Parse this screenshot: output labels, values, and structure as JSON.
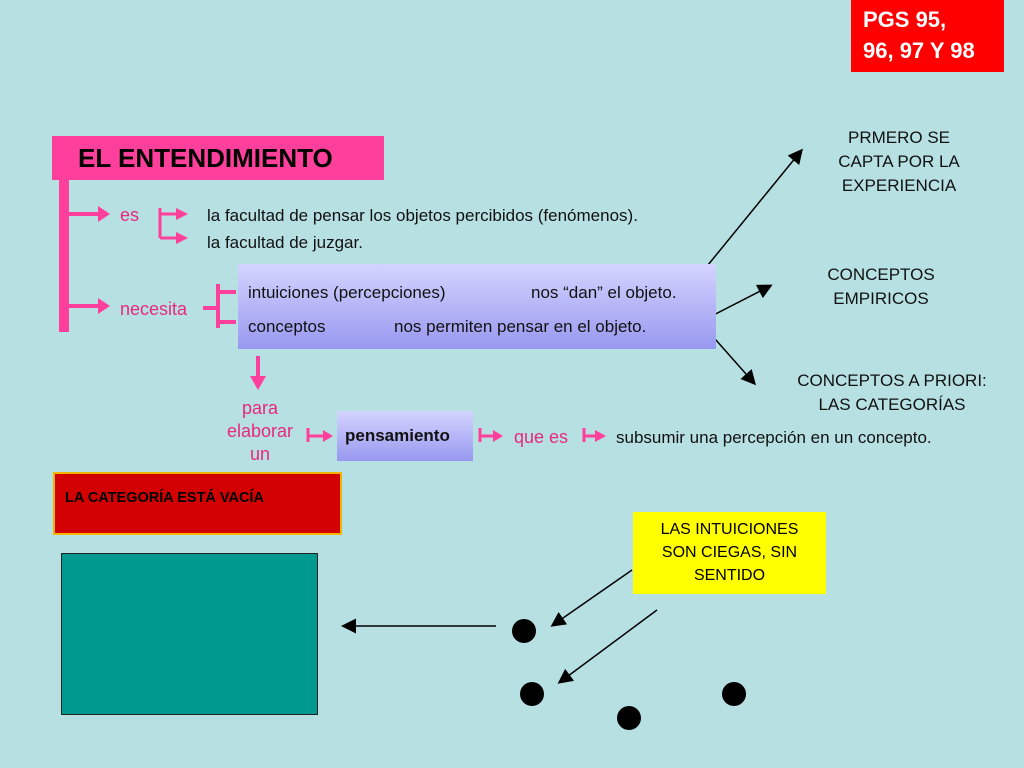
{
  "corner_label": [
    "PGS 95,",
    "96, 97 Y 98"
  ],
  "title": "EL ENTENDIMIENTO",
  "es": {
    "label": "es",
    "line1": "la facultad de pensar los objetos percibidos (fenómenos).",
    "line2": "la facultad de juzgar."
  },
  "necesita": {
    "label": "necesita",
    "row1_a": "intuiciones (percepciones)",
    "row1_b": "nos “dan” el objeto.",
    "row2_a": "conceptos",
    "row2_b": "nos permiten pensar en el objeto."
  },
  "right_notes": {
    "experiencia": [
      "PRMERO SE",
      "CAPTA POR LA",
      "EXPERIENCIA"
    ],
    "empiricos": [
      "CONCEPTOS",
      "EMPIRICOS"
    ],
    "apriori": [
      "CONCEPTOS A PRIORI:",
      "LAS CATEGORÍAS"
    ]
  },
  "para": [
    "para",
    "elaborar",
    "un"
  ],
  "pensamiento": "pensamiento",
  "que_es": "que es",
  "subsumir": "subsumir una percepción en un concepto.",
  "categoria_vacia": "LA CATEGORÍA ESTÁ VACÍA",
  "intuiciones_ciegas": [
    "LAS INTUICIONES",
    "SON CIEGAS, SIN",
    "SENTIDO"
  ],
  "colors": {
    "background": "#b7e0e3",
    "pink": "#ff3f9c",
    "red": "#ff0000",
    "teal": "#00998f",
    "yellow": "#ffff00"
  }
}
